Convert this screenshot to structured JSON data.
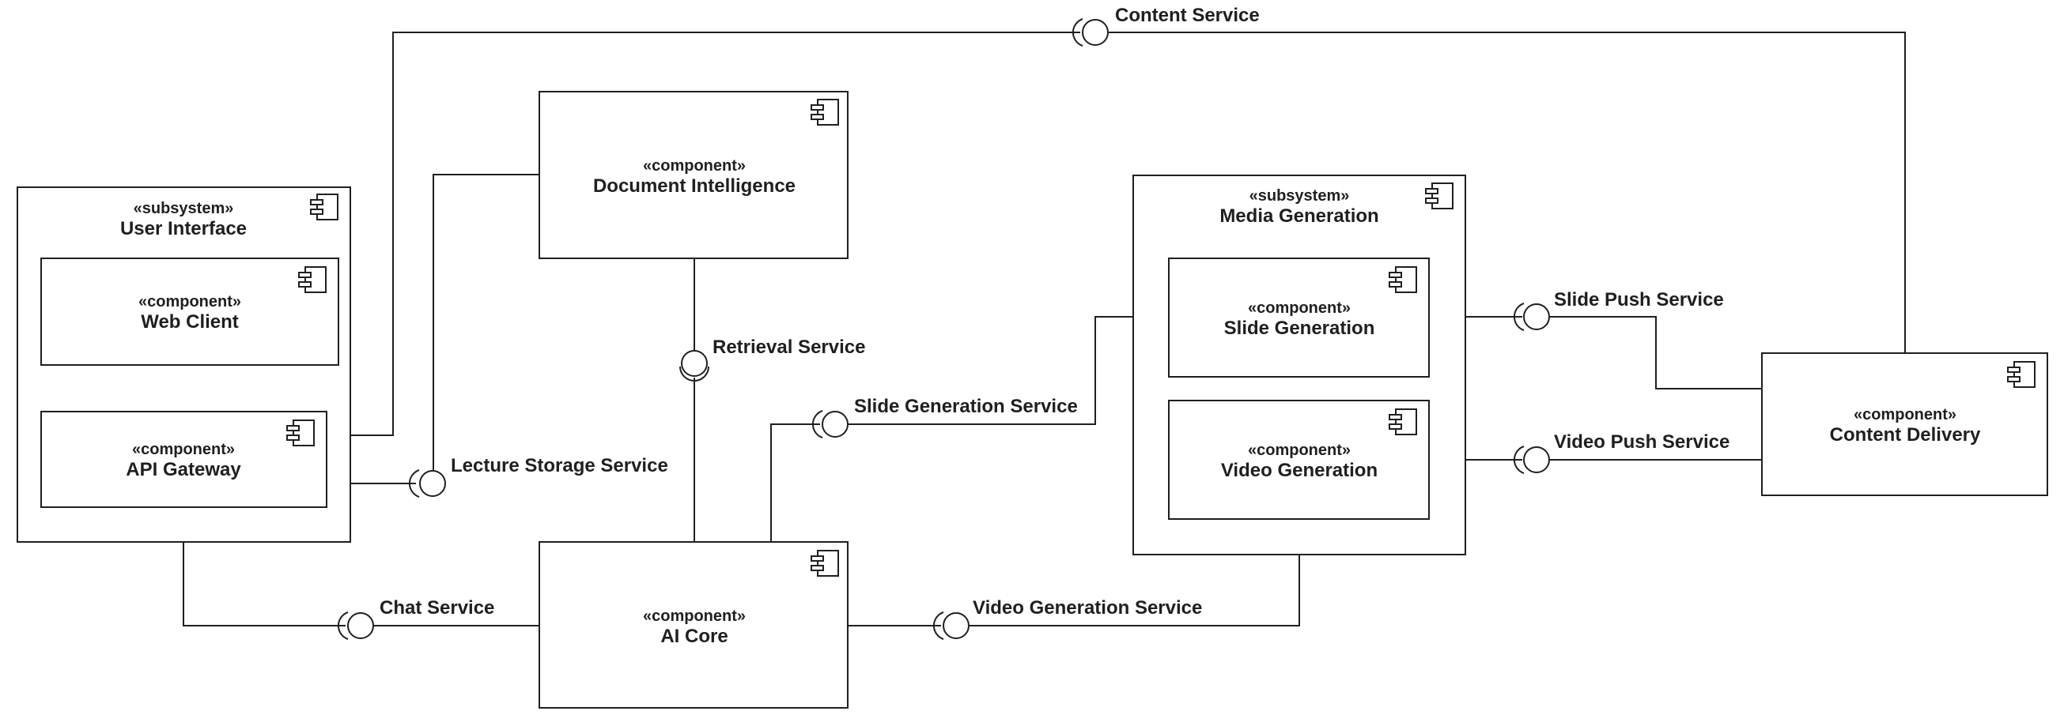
{
  "components": {
    "user_interface": {
      "stereotype": "«subsystem»",
      "name": "User Interface"
    },
    "web_client": {
      "stereotype": "«component»",
      "name": "Web Client"
    },
    "api_gateway": {
      "stereotype": "«component»",
      "name": "API Gateway"
    },
    "document_intelligence": {
      "stereotype": "«component»",
      "name": "Document Intelligence"
    },
    "ai_core": {
      "stereotype": "«component»",
      "name": "AI Core"
    },
    "media_generation": {
      "stereotype": "«subsystem»",
      "name": "Media Generation"
    },
    "slide_generation": {
      "stereotype": "«component»",
      "name": "Slide Generation"
    },
    "video_generation": {
      "stereotype": "«component»",
      "name": "Video Generation"
    },
    "content_delivery": {
      "stereotype": "«component»",
      "name": "Content Delivery"
    }
  },
  "interfaces": {
    "content_service": "Content Service",
    "retrieval_service": "Retrieval Service",
    "slide_generation_service": "Slide Generation Service",
    "lecture_storage_service": "Lecture Storage Service",
    "chat_service": "Chat Service",
    "video_generation_service": "Video Generation Service",
    "slide_push_service": "Slide Push Service",
    "video_push_service": "Video Push Service"
  },
  "icons": {
    "component": "component-icon",
    "provided_interface": "lollipop-icon",
    "required_interface": "socket-icon"
  }
}
